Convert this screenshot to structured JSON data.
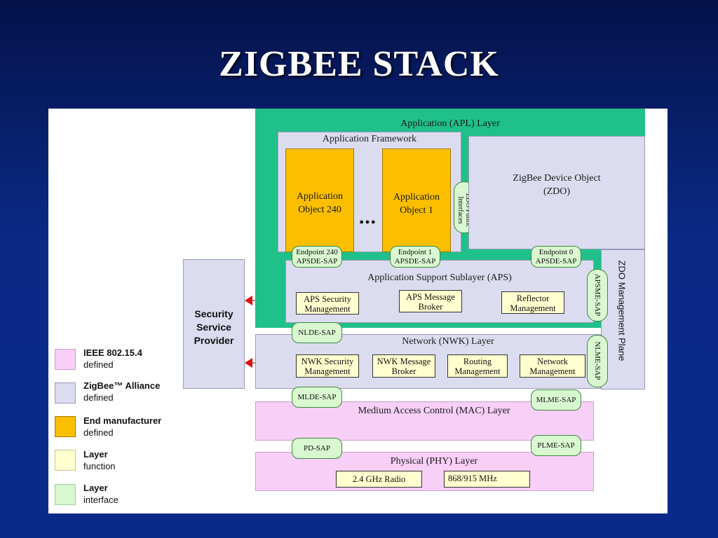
{
  "title": "ZIGBEE STACK",
  "apl": {
    "label": "Application (APL) Layer",
    "framework_label": "Application Framework",
    "app_object_240": "Application\nObject 240",
    "app_object_1": "Application\nObject 1",
    "ellipsis": "•••",
    "zdo_public": "ZDO Public\nInterfaces",
    "zdo": "ZigBee Device Object\n(ZDO)",
    "ep240": "Endpoint 240\nAPSDE-SAP",
    "ep1": "Endpoint 1\nAPSDE-SAP",
    "ep0": "Endpoint 0\nAPSDE-SAP"
  },
  "aps": {
    "label": "Application Support Sublayer (APS)",
    "security": "APS Security\nManagement",
    "broker": "APS Message\nBroker",
    "reflector": "Reflector\nManagement",
    "apsme": "APSME-SAP"
  },
  "zdo_plane": "ZDO Management Plane",
  "nwk": {
    "nlde": "NLDE-SAP",
    "label": "Network (NWK) Layer",
    "security": "NWK Security\nManagement",
    "broker": "NWK Message\nBroker",
    "routing": "Routing\nManagement",
    "network": "Network\nManagement",
    "nlme": "NLME-SAP"
  },
  "mac": {
    "mlde": "MLDE-SAP",
    "mlme": "MLME-SAP",
    "label": "Medium Access Control (MAC) Layer"
  },
  "phy": {
    "pd": "PD-SAP",
    "plme": "PLME-SAP",
    "label": "Physical (PHY) Layer",
    "radio_24": "2.4 GHz Radio",
    "radio_868": "868/915 MHz"
  },
  "security_provider": "Security\nService\nProvider",
  "legend": [
    {
      "text": "IEEE 802.15.4\ndefined",
      "color": "#f7cff7"
    },
    {
      "text": "ZigBee™ Alliance\ndefined",
      "color": "#dcdcf0"
    },
    {
      "text": "End manufacturer\ndefined",
      "color": "#fbbf00"
    },
    {
      "text": "Layer\nfunction",
      "color": "#ffffcf"
    },
    {
      "text": "Layer\ninterface",
      "color": "#d9f7d0"
    }
  ],
  "colors": {
    "apl_green": "#1fc08a",
    "arrow_red": "#e01010"
  }
}
